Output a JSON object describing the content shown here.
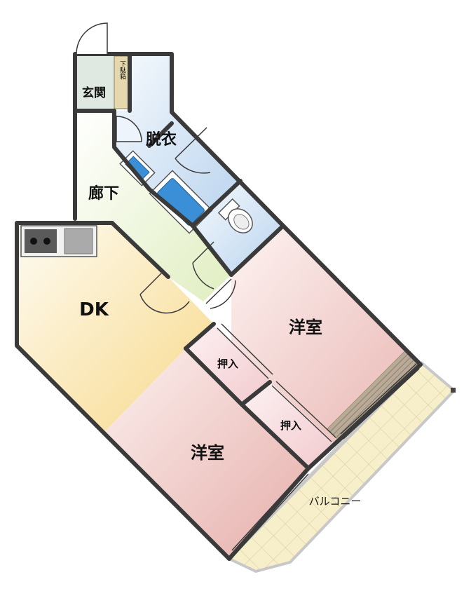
{
  "floorplan": {
    "rooms": {
      "entrance": "玄関",
      "shoe_box": "下駄箱",
      "dressing": "脱衣",
      "hallway": "廊下",
      "dk": "DK",
      "western_room_1": "洋室",
      "western_room_2": "洋室",
      "closet_1": "押入",
      "closet_2": "押入",
      "balcony": "バルコニー"
    },
    "colors": {
      "wall": "#3a3a3a",
      "dk_floor": "#fbe9a6",
      "western_floor": "#f2c7c7",
      "wet_area": "#cfe0f2",
      "hallway": "#eef6d8",
      "entrance": "#dfe8e1",
      "balcony": "#f7efc9",
      "closet": "#f8dde0"
    }
  }
}
